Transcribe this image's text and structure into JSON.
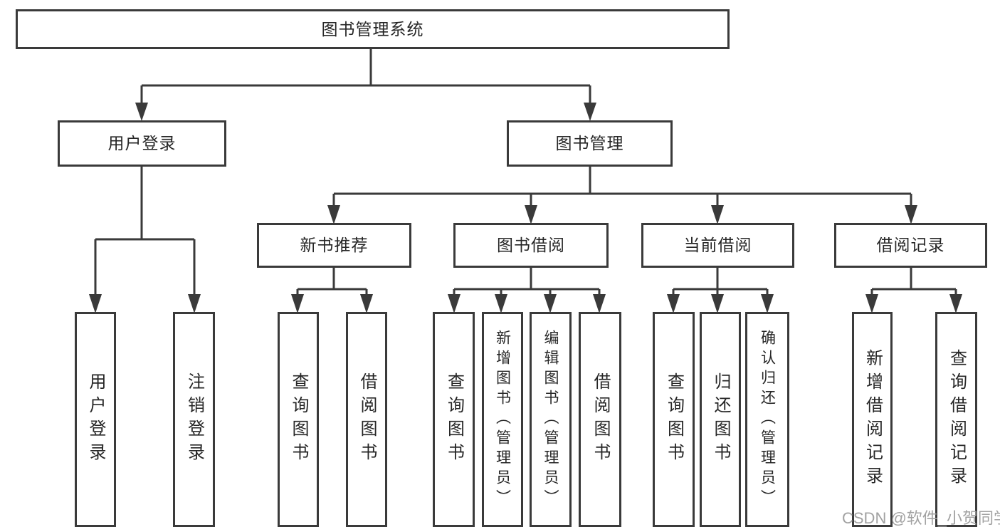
{
  "diagram_title": "图书管理系统",
  "colors": {
    "line": "#3a3a3a",
    "box_border": "#3a3a3a",
    "text": "#262626",
    "watermark": "#a2a2a2",
    "background": "#ffffff"
  },
  "tree": {
    "label": "图书管理系统",
    "children": [
      {
        "label": "用户登录",
        "children": [
          {
            "label": "用户登录"
          },
          {
            "label": "注销登录"
          }
        ]
      },
      {
        "label": "图书管理",
        "children": [
          {
            "label": "新书推荐",
            "children": [
              {
                "label": "查询图书"
              },
              {
                "label": "借阅图书"
              }
            ]
          },
          {
            "label": "图书借阅",
            "children": [
              {
                "label": "查询图书"
              },
              {
                "label": "新增图书（管理员）"
              },
              {
                "label": "编辑图书（管理员）"
              },
              {
                "label": "借阅图书"
              }
            ]
          },
          {
            "label": "当前借阅",
            "children": [
              {
                "label": "查询图书"
              },
              {
                "label": "归还图书"
              },
              {
                "label": "确认归还（管理员）"
              }
            ]
          },
          {
            "label": "借阅记录",
            "children": [
              {
                "label": "新增借阅记录"
              },
              {
                "label": "查询借阅记录"
              }
            ]
          }
        ]
      }
    ]
  },
  "watermark": {
    "text": "CSDN @软件_小贺同学"
  }
}
